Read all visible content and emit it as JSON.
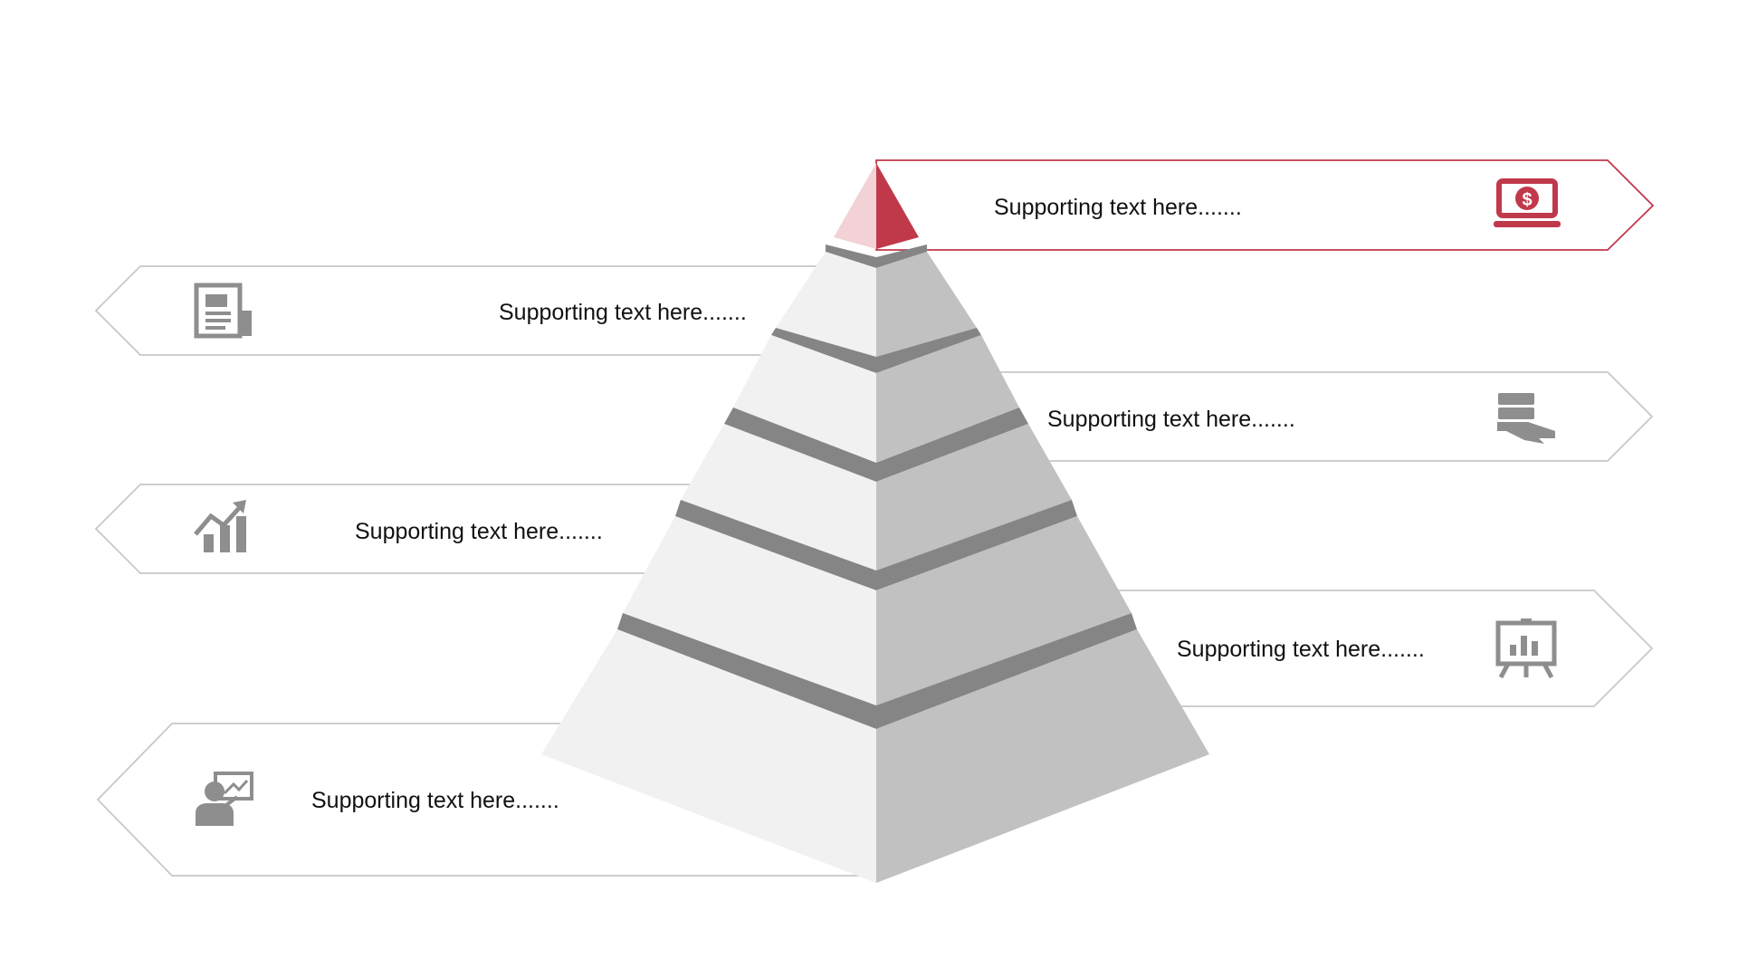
{
  "colors": {
    "accent": "#c0394b",
    "accent_light": "#f2d2d6",
    "banner_outline": "#c8c8c8",
    "pyramid_light": "#f1f1f1",
    "pyramid_dark": "#c1c1c1",
    "pyramid_gap": "#858585",
    "icon_gray": "#8e8e8e",
    "text": "#111111"
  },
  "banners": [
    {
      "text": "Supporting text here.......",
      "icon": "laptop-dollar-icon",
      "side": "right",
      "highlighted": true
    },
    {
      "text": "Supporting text here.......",
      "icon": "newspaper-icon",
      "side": "left",
      "highlighted": false
    },
    {
      "text": "Supporting text here.......",
      "icon": "hand-holding-cash-icon",
      "side": "right",
      "highlighted": false
    },
    {
      "text": "Supporting text here.......",
      "icon": "growth-chart-icon",
      "side": "left",
      "highlighted": false
    },
    {
      "text": "Supporting text here.......",
      "icon": "presentation-board-icon",
      "side": "right",
      "highlighted": false
    },
    {
      "text": "Supporting text here.......",
      "icon": "presenter-icon",
      "side": "left",
      "highlighted": false
    }
  ]
}
